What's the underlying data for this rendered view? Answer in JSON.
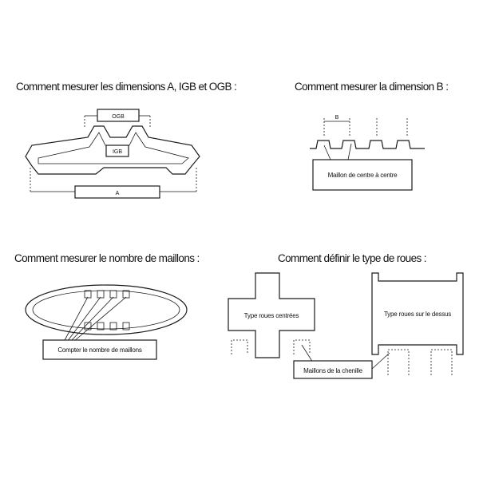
{
  "headings": {
    "dims_a_igb_ogb": "Comment mesurer les dimensions A, IGB et OGB :",
    "dim_b": "Comment mesurer la dimension B :",
    "links_count": "Comment mesurer le nombre de maillons :",
    "wheel_type": "Comment définir le type de roues :"
  },
  "labels": {
    "ogb": "OGB",
    "igb": "IGB",
    "a": "A",
    "b": "B",
    "pitch": "Maillon de centre à centre",
    "count_links": "Compter le nombre de maillons",
    "centered_wheels": "Type roues centrées",
    "top_wheels": "Type roues sur le dessus",
    "track_links": "Maillons de la chenille"
  }
}
